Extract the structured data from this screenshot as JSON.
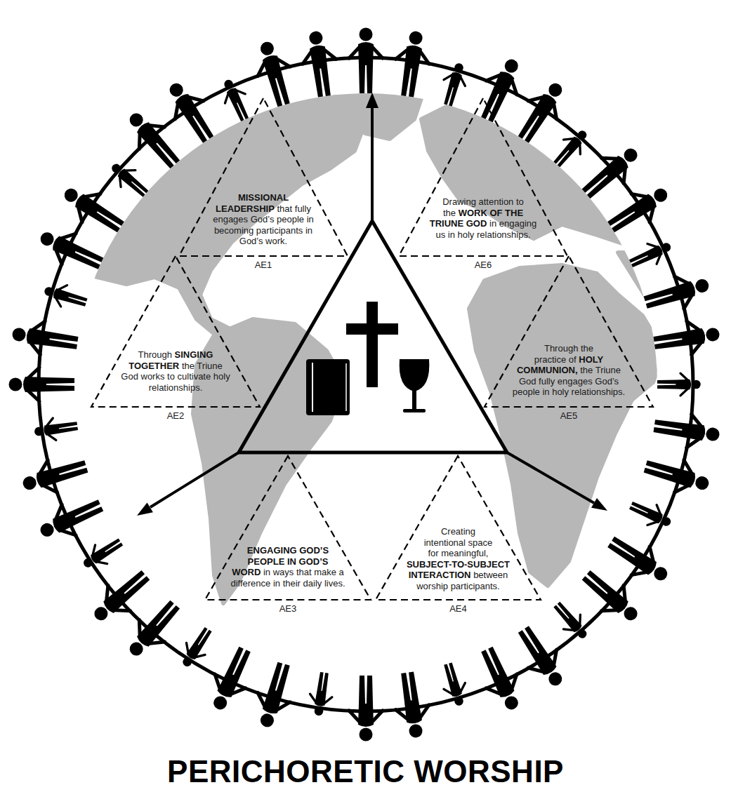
{
  "diagram": {
    "title": "PERICHORETIC WORSHIP",
    "nodes": [
      {
        "text": [
          "MISSIONAL LEADERSHIP",
          "that fully engages God’s people in becoming participants in God’s work.",
          "AE1"
        ]
      },
      {
        "text": [
          "Drawing attention to the",
          "WORK OF THE TRIUNE GOD",
          "in engaging us in holy relationships.",
          "AE6"
        ]
      },
      {
        "text": [
          "Through",
          "SINGING TOGETHER",
          "the Triune God works to cultivate holy relationships.",
          "AE2"
        ]
      },
      {
        "text": [
          "Through the practice of",
          "HOLY COMMUNION,",
          "the Triune God fully engages God’s people in holy relationships.",
          "AE5"
        ]
      },
      {
        "text": [
          "ENGAGING GOD’S PEOPLE IN GOD’S WORD",
          "in ways that make a difference in their daily lives.",
          "AE3"
        ]
      },
      {
        "text": [
          "Creating intentional space for meaningful,",
          "SUBJECT-TO-SUBJECT INTERACTION",
          "between worship participants.",
          "AE4"
        ]
      }
    ]
  }
}
